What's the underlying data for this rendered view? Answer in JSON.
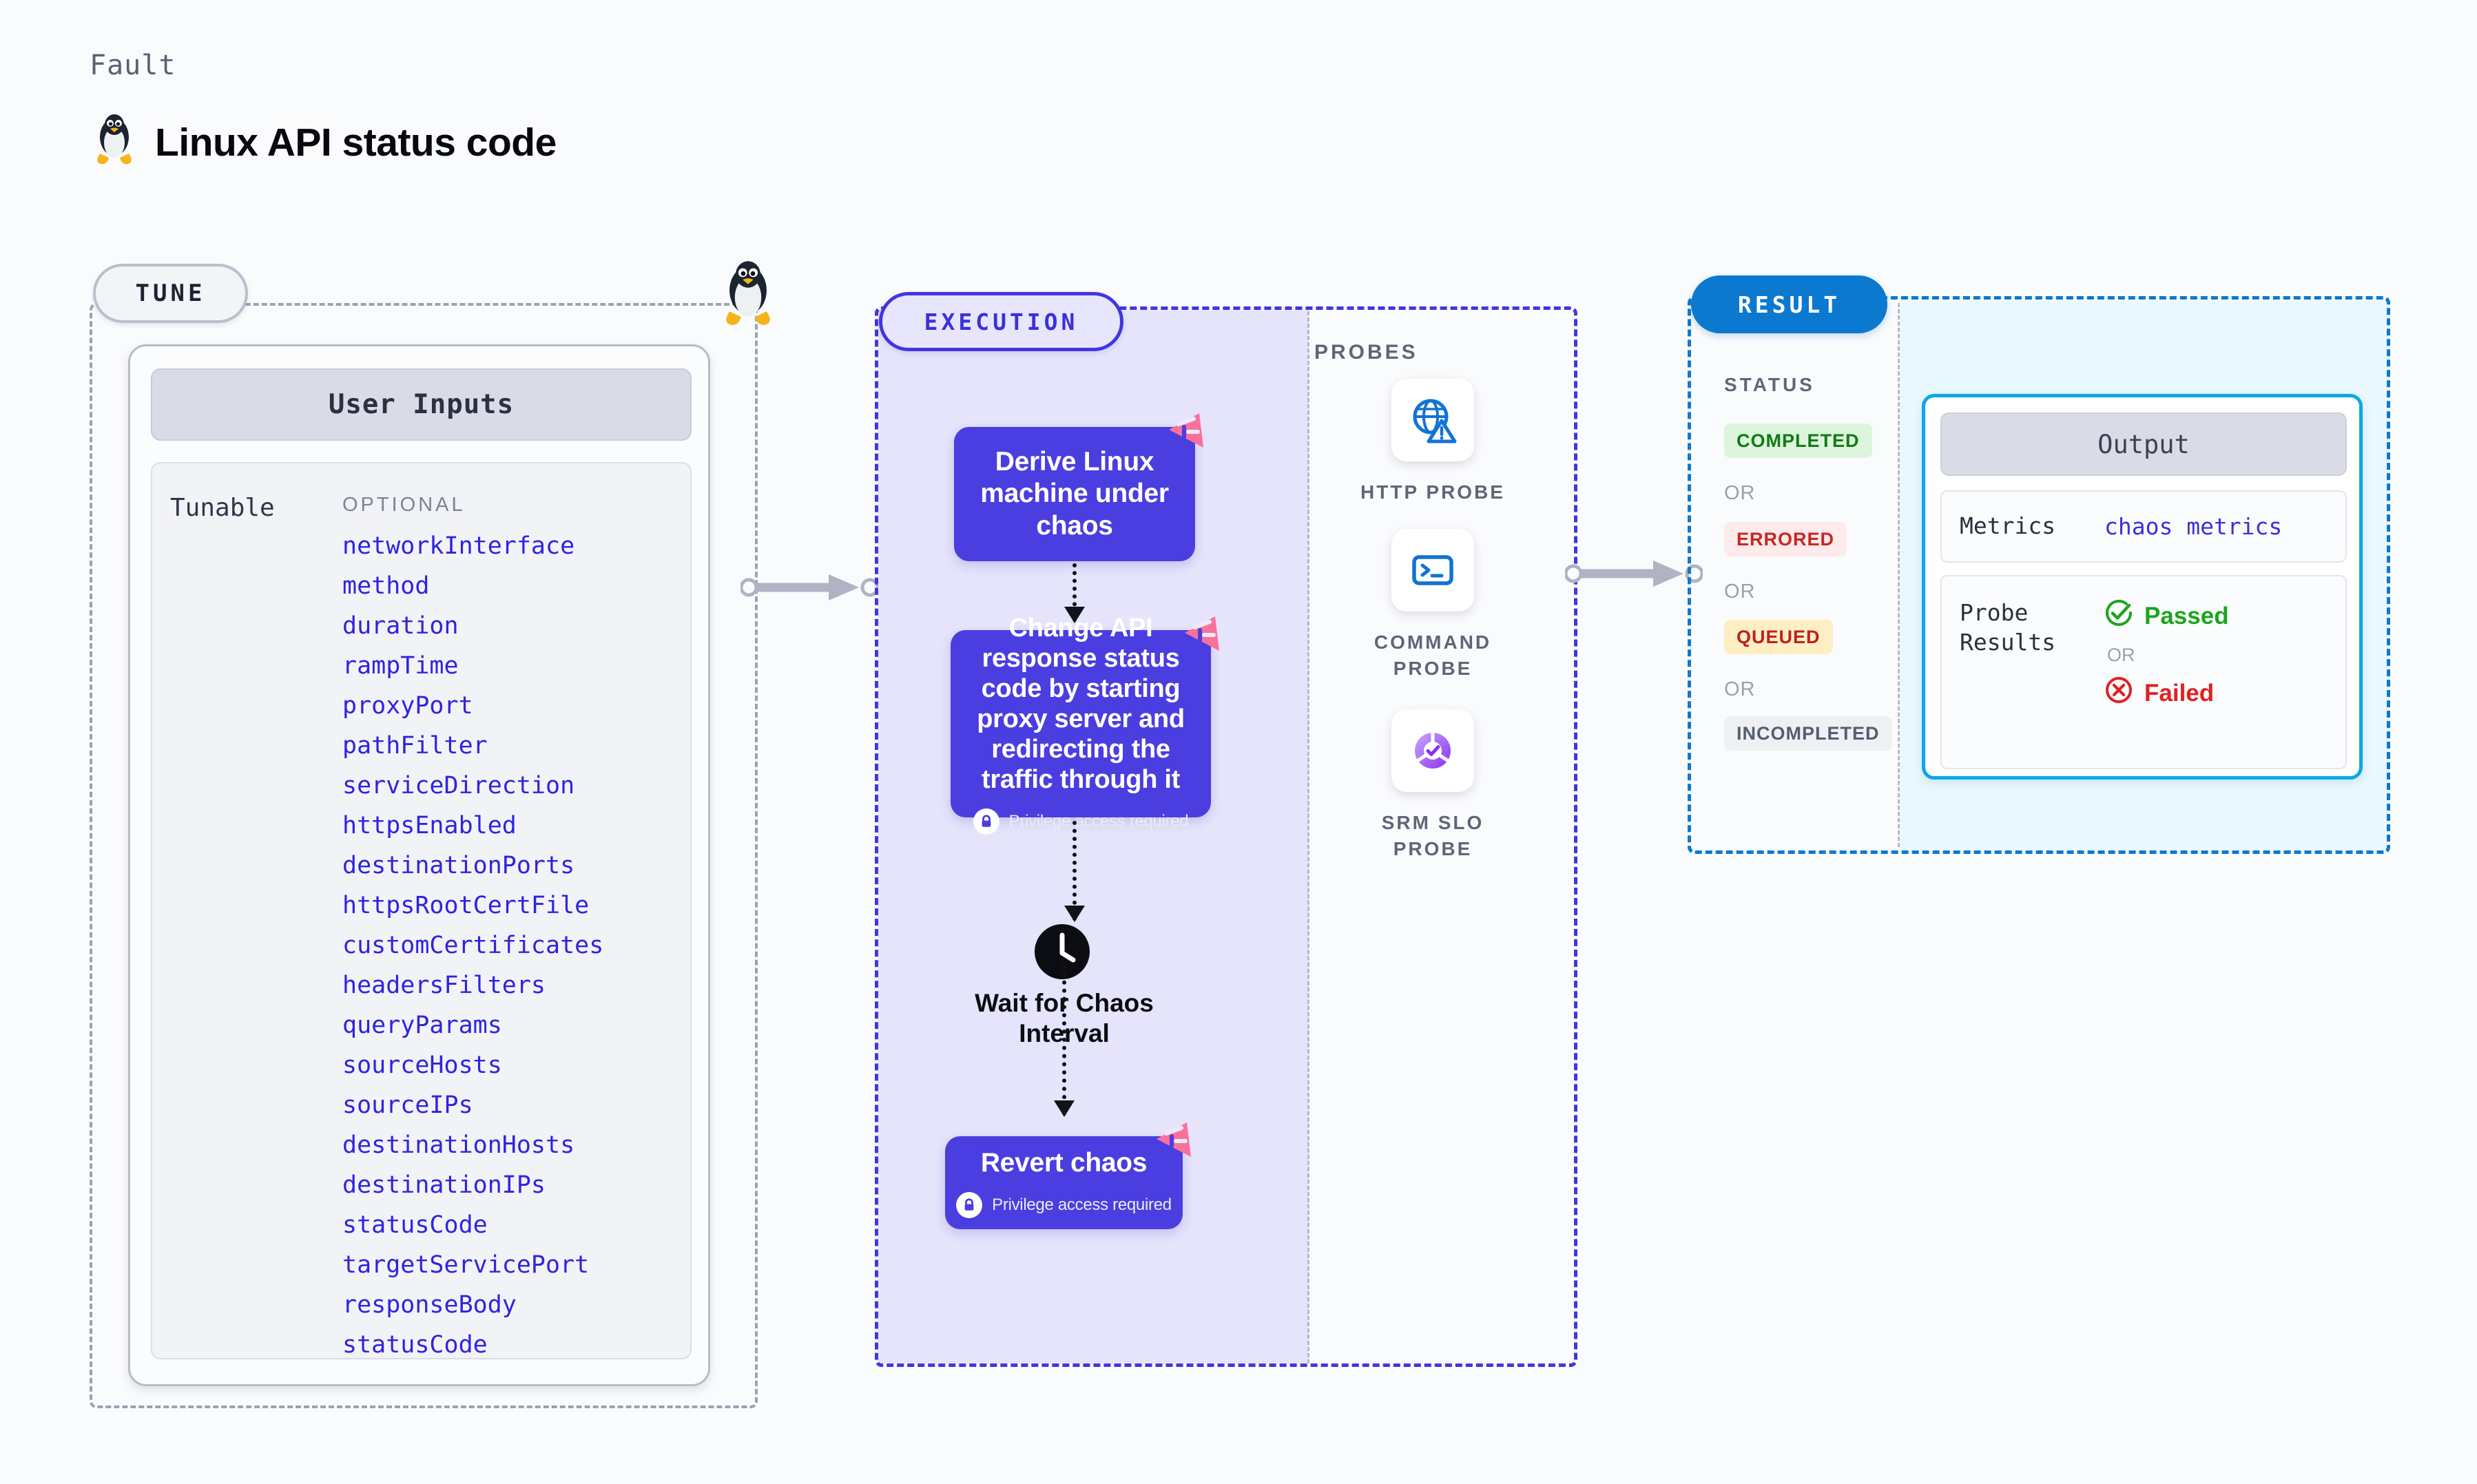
{
  "header": {
    "kicker": "Fault",
    "title": "Linux API status code",
    "penguin_icon": "linux-penguin-icon"
  },
  "tune": {
    "pill_label": "TUNE",
    "card": {
      "header": "User Inputs",
      "group_label": "Tunable",
      "optional_label": "OPTIONAL",
      "params": [
        "networkInterface",
        "method",
        "duration",
        "rampTime",
        "proxyPort",
        "pathFilter",
        "serviceDirection",
        "httpsEnabled",
        "destinationPorts",
        "httpsRootCertFile",
        "customCertificates",
        "headersFilters",
        "queryParams",
        "sourceHosts",
        "sourceIPs",
        "destinationHosts",
        "destinationIPs",
        "statusCode",
        "targetServicePort",
        "responseBody",
        "statusCode"
      ]
    }
  },
  "execution": {
    "pill_label": "EXECUTION",
    "nodes": [
      {
        "text": "Derive Linux machine under chaos",
        "privilege": null
      },
      {
        "text": "Change API response status code by starting proxy server and redirecting the traffic through it",
        "privilege": "Privilege access required"
      },
      {
        "text": "Revert chaos",
        "privilege": "Privilege access required"
      }
    ],
    "wait_label": "Wait for Chaos Interval",
    "probes": {
      "section_label": "PROBES",
      "items": [
        {
          "name": "HTTP PROBE",
          "icon": "globe-warning-icon"
        },
        {
          "name": "COMMAND PROBE",
          "icon": "terminal-icon"
        },
        {
          "name": "SRM SLO PROBE",
          "icon": "slo-donut-check-icon"
        }
      ]
    }
  },
  "result": {
    "pill_label": "RESULT",
    "status_label": "STATUS",
    "or_label": "OR",
    "statuses": [
      {
        "label": "COMPLETED",
        "bg": "#ddf5dd",
        "fg": "#137a13"
      },
      {
        "label": "ERRORED",
        "bg": "#fdeaea",
        "fg": "#c82525"
      },
      {
        "label": "QUEUED",
        "bg": "#fdeec4",
        "fg": "#bd2020"
      },
      {
        "label": "INCOMPLETED",
        "bg": "#eef0f4",
        "fg": "#565d6e"
      }
    ],
    "output": {
      "header": "Output",
      "metrics_key": "Metrics",
      "metrics_value": "chaos metrics",
      "probe_results_key": "Probe Results",
      "passed_label": "Passed",
      "failed_label": "Failed",
      "or_label": "OR"
    }
  },
  "colors": {
    "node_purple": "#4a3ee0",
    "exec_accent": "#4136e0",
    "result_accent": "#0b79d0",
    "output_accent": "#0aa8e8",
    "param_blue": "#2f23e0",
    "chaos_pink": "#f9719b"
  }
}
